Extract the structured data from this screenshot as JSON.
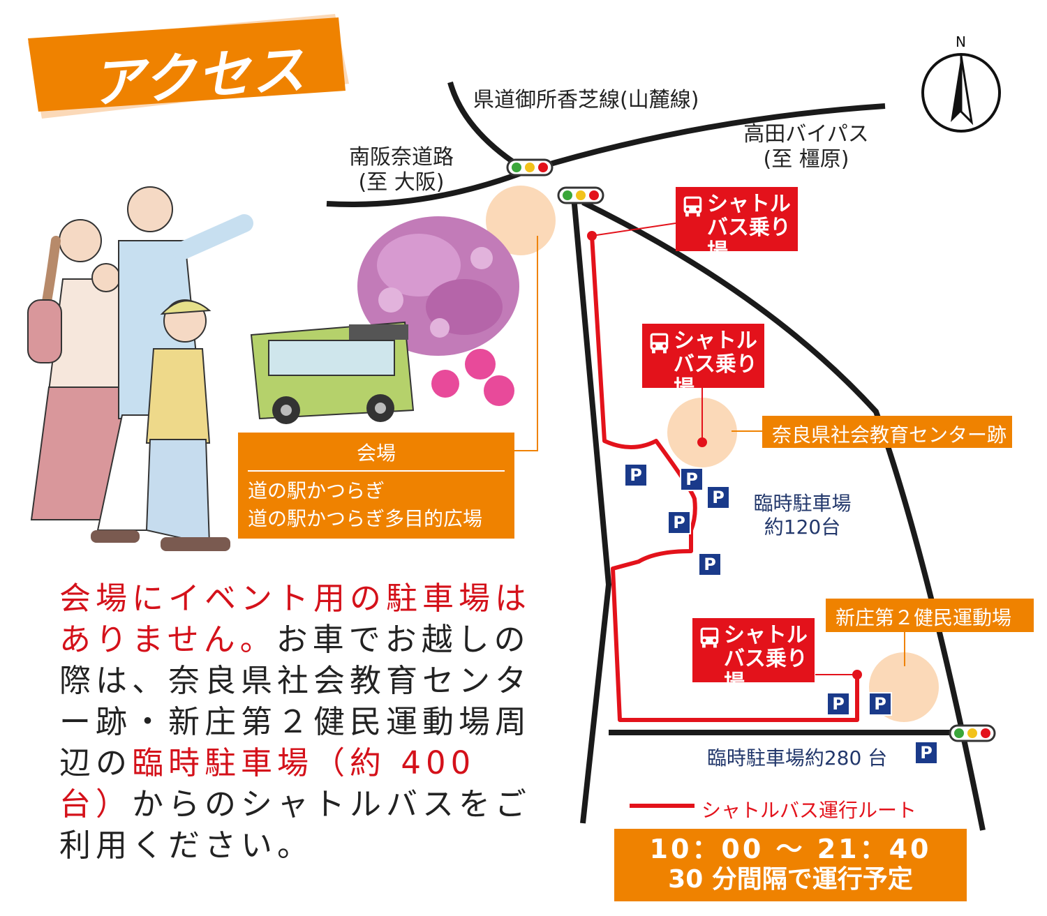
{
  "title": "アクセス",
  "roads": {
    "prefectural_road": "県道御所香芝線(山麓線)",
    "minami_hanna_name": "南阪奈道路",
    "minami_hanna_dir": "(至 大阪)",
    "takada_bypass_name": "高田バイパス",
    "takada_bypass_dir": "(至 橿原)"
  },
  "compass": {
    "label": "N"
  },
  "bus_stops": [
    {
      "line1": "シャトル",
      "line2": "バス乗り場"
    },
    {
      "line1": "シャトル",
      "line2": "バス乗り場"
    },
    {
      "line1": "シャトル",
      "line2": "バス乗り場"
    }
  ],
  "locations": {
    "education_center": "奈良県社会教育センター跡",
    "shinjo_ground": "新庄第２健民運動場"
  },
  "parking": {
    "symbol": "P",
    "lot1_line1": "臨時駐車場",
    "lot1_line2": "約120台",
    "lot2": "臨時駐車場約280 台"
  },
  "venue": {
    "header": "会場",
    "line1": "道の駅かつらぎ",
    "line2": "道の駅かつらぎ多目的広場"
  },
  "main_text": {
    "part1": "会場にイベント用の駐車場はありません。",
    "part2": "お車でお越しの際は、奈良県社会教育センター跡・新庄第２健民運動場周辺の",
    "part3": "臨時駐車場（約 400 台）",
    "part4": "からのシャトルバスをご利用ください。"
  },
  "legend": {
    "route_label": "シャトルバス運行ルート"
  },
  "schedule": {
    "time_range": "10：00 ～ 21：40",
    "interval": "30 分間隔で運行予定"
  },
  "colors": {
    "orange": "#ef8200",
    "red": "#e3121b",
    "navy": "#1a3a8a",
    "road": "#1a1a1a",
    "circle": "#fbd9b8"
  }
}
